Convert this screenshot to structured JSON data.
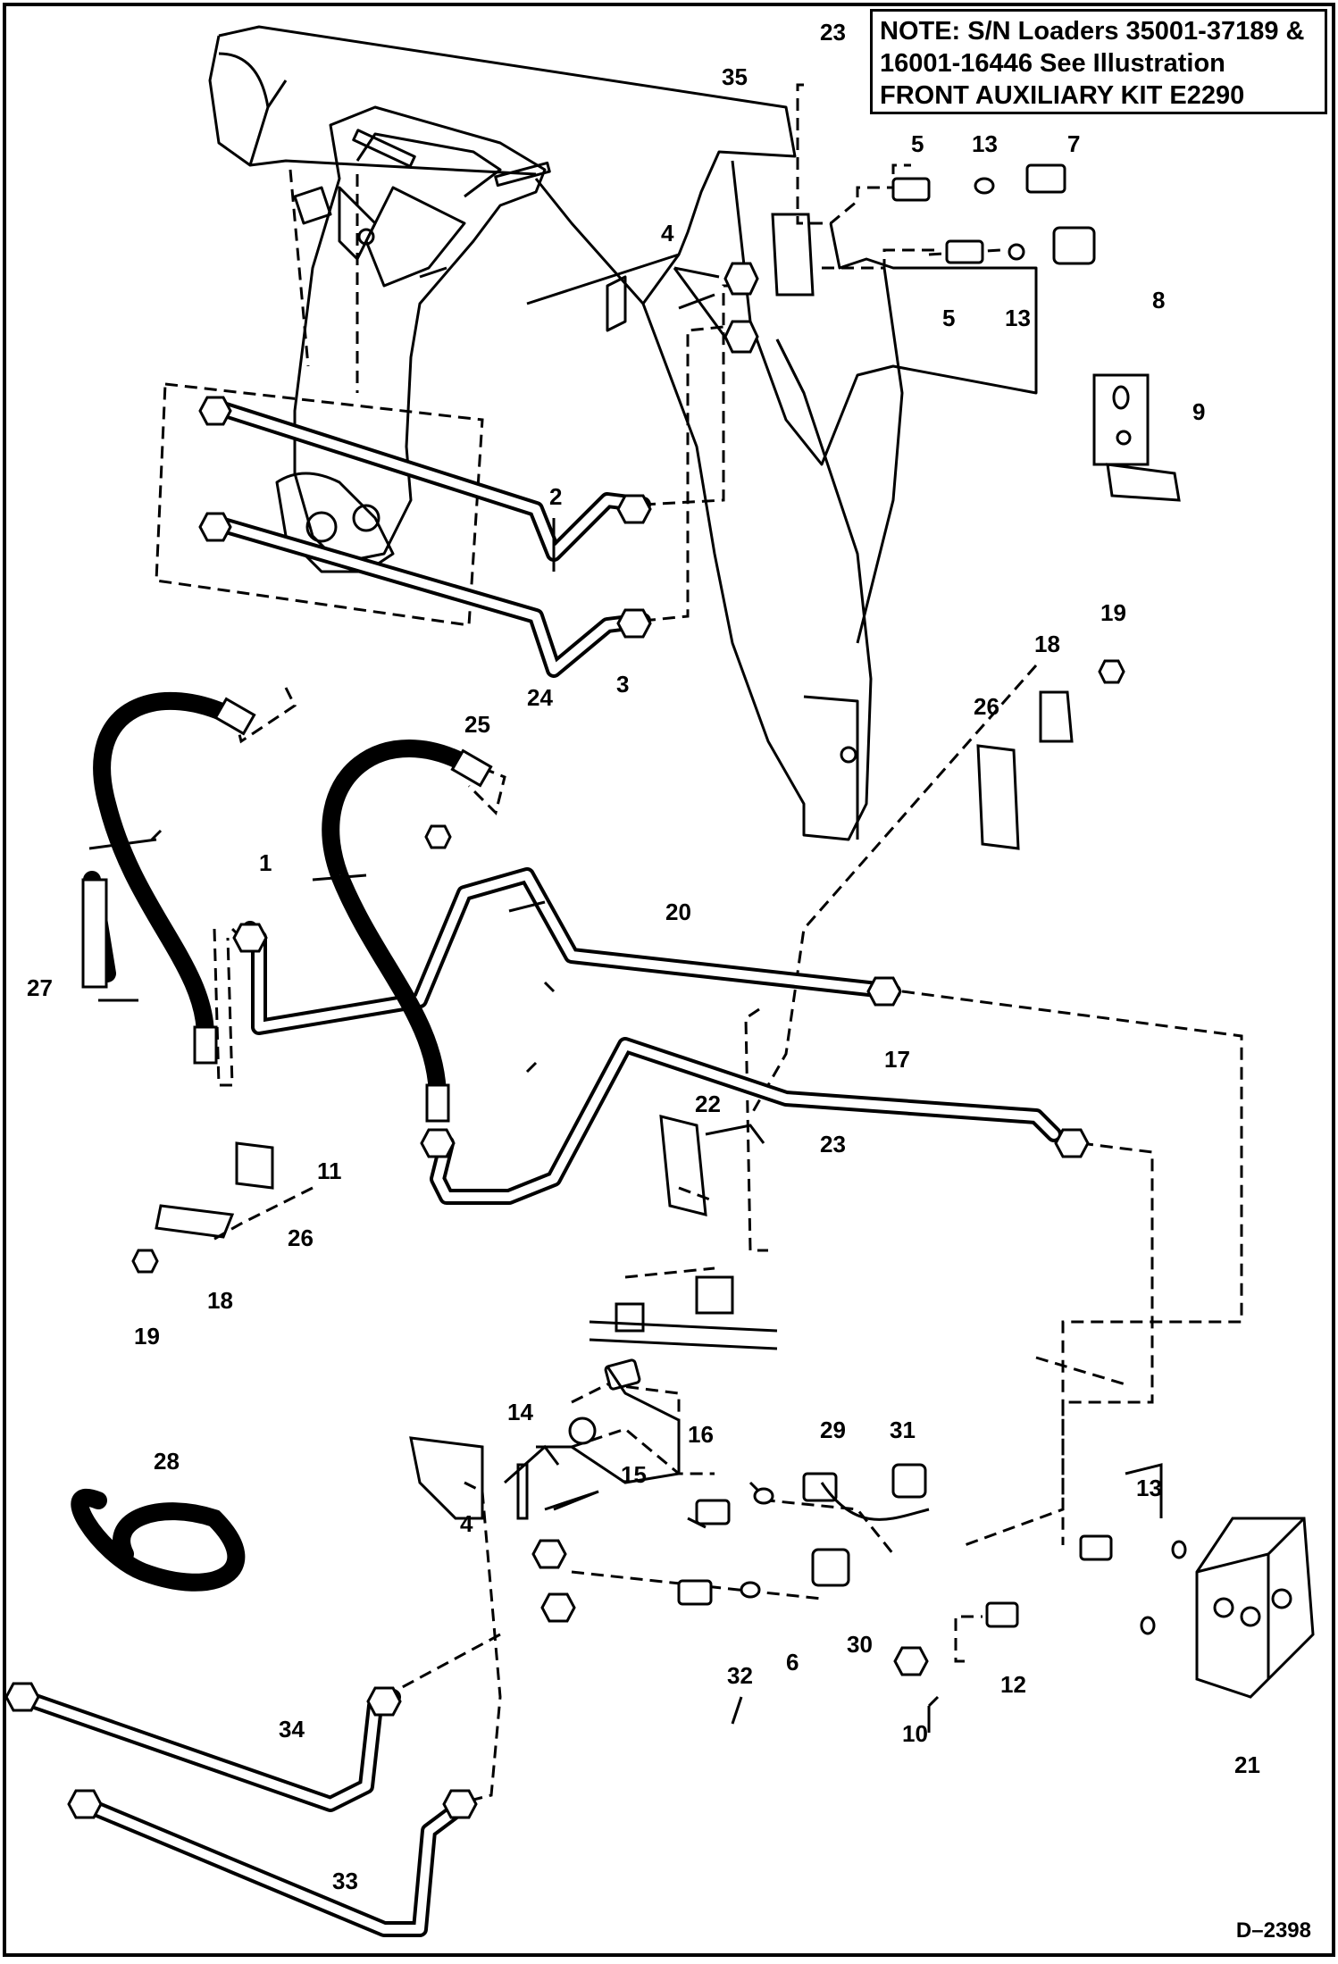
{
  "note": {
    "line1": "NOTE: S/N Loaders 35001-37189 &",
    "line2": "16001-16446 See Illustration",
    "line3": "FRONT AUXILIARY KIT E2290"
  },
  "drawing_id": "D–2398",
  "callouts": {
    "c1": "1",
    "c2": "2",
    "c3": "3",
    "c4a": "4",
    "c4b": "4",
    "c5a": "5",
    "c5b": "5",
    "c6": "6",
    "c7": "7",
    "c8": "8",
    "c9": "9",
    "c10": "10",
    "c11": "11",
    "c12": "12",
    "c13a": "13",
    "c13b": "13",
    "c13c": "13",
    "c14": "14",
    "c15": "15",
    "c16": "16",
    "c17": "17",
    "c18a": "18",
    "c18b": "18",
    "c19a": "19",
    "c19b": "19",
    "c20": "20",
    "c21": "21",
    "c22": "22",
    "c23a": "23",
    "c23b": "23",
    "c24": "24",
    "c25": "25",
    "c26a": "26",
    "c26b": "26",
    "c27": "27",
    "c28": "28",
    "c29": "29",
    "c30": "30",
    "c31": "31",
    "c32": "32",
    "c33": "33",
    "c34": "34",
    "c35": "35"
  },
  "colors": {
    "ink": "#000000",
    "paper": "#ffffff"
  }
}
